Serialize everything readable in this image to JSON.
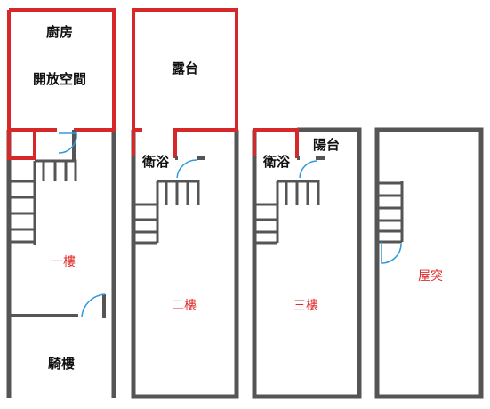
{
  "floors": {
    "first": {
      "kitchen": "廚房",
      "open_space": "開放空間",
      "name": "一樓",
      "arcade": "騎樓"
    },
    "second": {
      "terrace": "露台",
      "bathroom": "衛浴",
      "name": "二樓"
    },
    "third": {
      "bathroom": "衛浴",
      "balcony": "陽台",
      "name": "三樓"
    },
    "roof": {
      "name": "屋突"
    }
  },
  "colors": {
    "wall": "#555555",
    "accent_wall": "#d62828",
    "door_swing": "#3399dd",
    "floor_label": "#dd2c2c"
  }
}
